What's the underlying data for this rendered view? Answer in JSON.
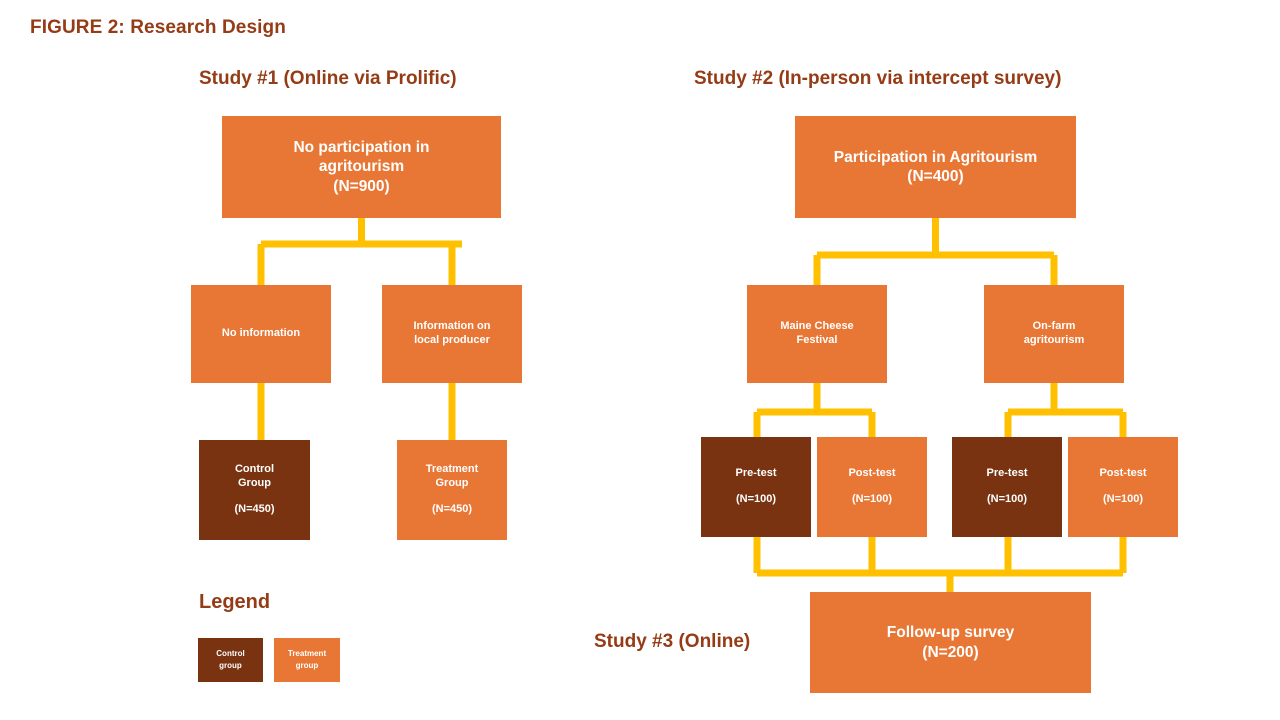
{
  "figure": {
    "title": "FIGURE 2: Research Design"
  },
  "colors": {
    "title_brown": "#953B16",
    "treatment_orange": "#E87634",
    "control_brown": "#7A3310",
    "connector_yellow": "#FFC000",
    "background": "#FFFFFF"
  },
  "studies": {
    "study1": {
      "title": "Study #1 (Online via Prolific)",
      "nodes": {
        "root": {
          "line1": "No participation in",
          "line2": "agritourism",
          "line3": "(N=900)",
          "group": "treatment"
        },
        "branch_left": {
          "line1": "No information",
          "group": "treatment"
        },
        "branch_right": {
          "line1": "Information on",
          "line2": "local producer",
          "group": "treatment"
        },
        "leaf_left": {
          "line1": "Control",
          "line2": "Group",
          "line3": "(N=450)",
          "group": "control"
        },
        "leaf_right": {
          "line1": "Treatment",
          "line2": "Group",
          "line3": "(N=450)",
          "group": "treatment"
        }
      }
    },
    "study2": {
      "title": "Study #2 (In-person via intercept survey)",
      "nodes": {
        "root": {
          "line1": "Participation in Agritourism",
          "line2": "(N=400)",
          "group": "treatment"
        },
        "branch_left": {
          "line1": "Maine Cheese",
          "line2": "Festival",
          "group": "treatment"
        },
        "branch_right": {
          "line1": "On-farm",
          "line2": "agritourism",
          "group": "treatment"
        },
        "leaf_pre_left": {
          "line1": "Pre-test",
          "line2": "(N=100)",
          "group": "control"
        },
        "leaf_post_left": {
          "line1": "Post-test",
          "line2": "(N=100)",
          "group": "treatment"
        },
        "leaf_pre_right": {
          "line1": "Pre-test",
          "line2": "(N=100)",
          "group": "control"
        },
        "leaf_post_right": {
          "line1": "Post-test",
          "line2": "(N=100)",
          "group": "treatment"
        }
      }
    },
    "study3": {
      "title": "Study #3 (Online)",
      "nodes": {
        "followup": {
          "line1": "Follow-up survey",
          "line2": "(N=200)",
          "group": "treatment"
        }
      }
    }
  },
  "legend": {
    "title": "Legend",
    "items": [
      {
        "line1": "Control",
        "line2": "group",
        "group": "control"
      },
      {
        "line1": "Treatment",
        "line2": "group",
        "group": "treatment"
      }
    ]
  }
}
